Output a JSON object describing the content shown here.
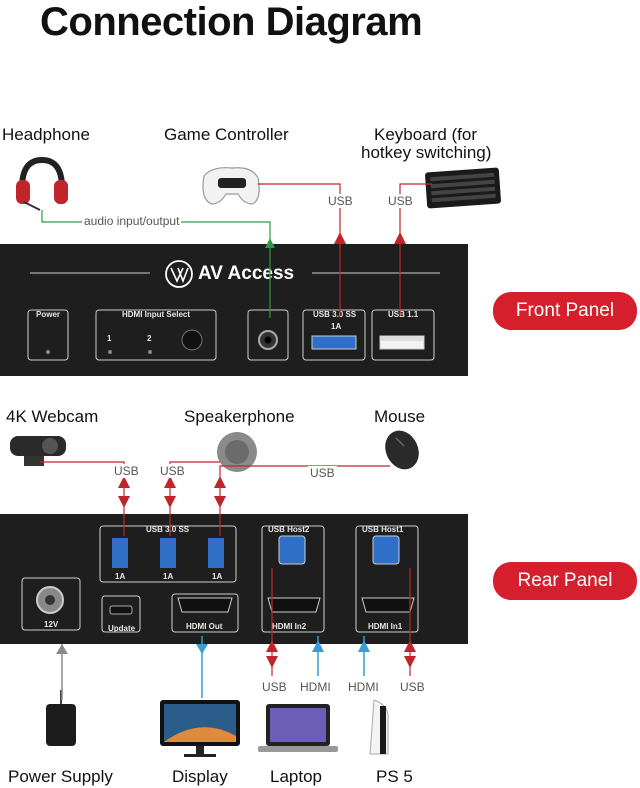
{
  "title": "Connection Diagram",
  "front": {
    "devices": {
      "headphone": "Headphone",
      "game_controller": "Game Controller",
      "keyboard_line1": "Keyboard (for",
      "keyboard_line2": "hotkey switching)"
    },
    "connections": {
      "audio": "audio input/output",
      "usb_a": "USB",
      "usb_b": "USB"
    },
    "panel": {
      "brand": "AV Access",
      "power": "Power",
      "hdmi_input_select": "HDMI Input Select",
      "input_1": "1",
      "input_2": "2",
      "usb30": "USB 3.0 SS",
      "usb30_current": "1A",
      "usb11": "USB 1.1"
    },
    "badge": "Front Panel"
  },
  "rear": {
    "devices": {
      "webcam": "4K Webcam",
      "speakerphone": "Speakerphone",
      "mouse": "Mouse"
    },
    "connections": {
      "usb_1": "USB",
      "usb_2": "USB",
      "usb_3": "USB"
    },
    "panel": {
      "usb30": "USB 3.0 SS",
      "current_1": "1A",
      "current_2": "1A",
      "current_3": "1A",
      "voltage": "12V",
      "update": "Update",
      "hdmi_out": "HDMI Out",
      "usb_host2": "USB Host2",
      "hdmi_in2": "HDMI In2",
      "usb_host1": "USB Host1",
      "hdmi_in1": "HDMI In1"
    },
    "badge": "Rear Panel",
    "bottom_connections": {
      "laptop_usb": "USB",
      "laptop_hdmi": "HDMI",
      "ps5_hdmi": "HDMI",
      "ps5_usb": "USB"
    },
    "bottom_devices": {
      "power_supply": "Power Supply",
      "display": "Display",
      "laptop": "Laptop",
      "ps5": "PS 5"
    }
  },
  "colors": {
    "usb_line": "#c0252b",
    "audio_line": "#2e9a47",
    "hdmi_line": "#3a9bd5",
    "power_line": "#8a8a8a",
    "badge": "#d61f2c",
    "panel": "#1e1e1e"
  }
}
